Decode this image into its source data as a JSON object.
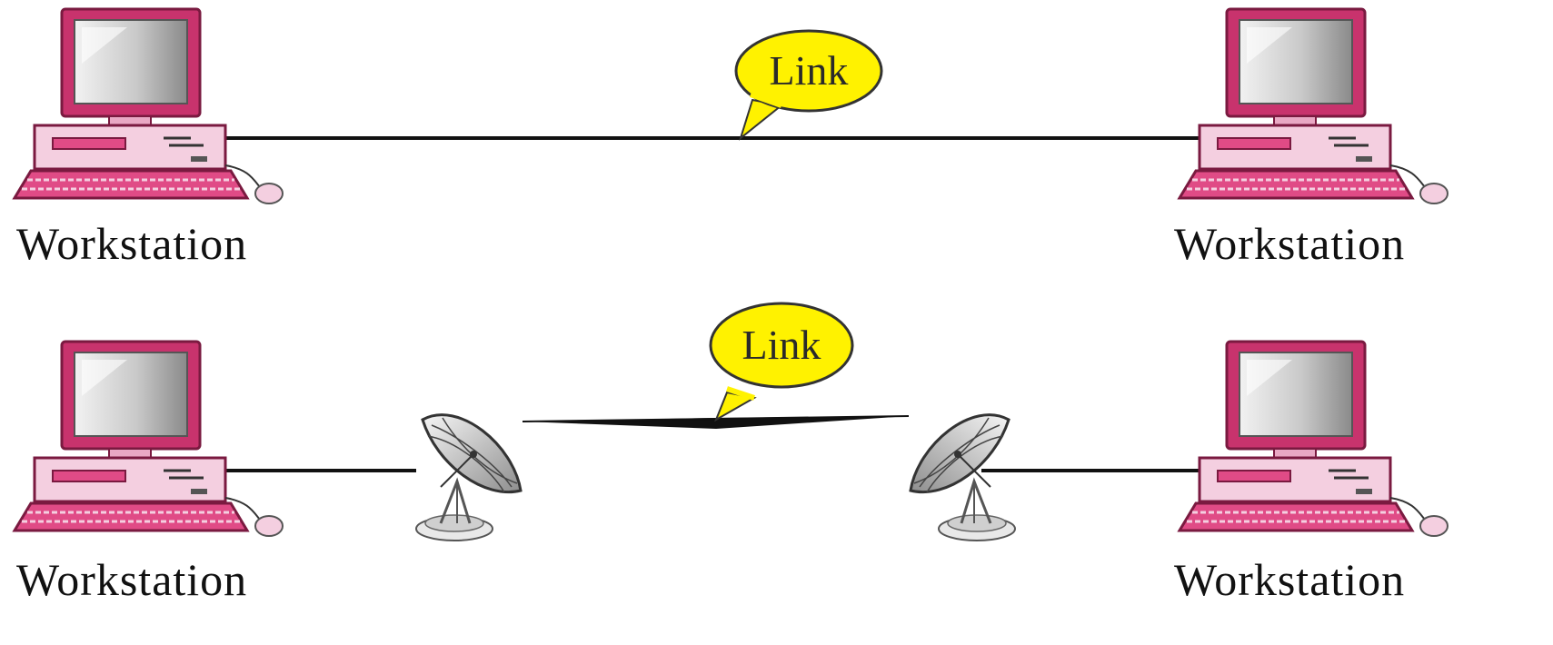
{
  "colors": {
    "computer_body": "#f4cfe0",
    "computer_frame": "#c8336d",
    "screen": "#d9d9d9",
    "keyboard": "#e04b86",
    "link_line": "#111111",
    "callout_fill": "#fff200",
    "callout_stroke": "#333333",
    "dish": "#bdbdbd"
  },
  "top_link": {
    "label": "Link",
    "left_station": {
      "label": "Workstation",
      "icon": "desktop-computer-icon"
    },
    "right_station": {
      "label": "Workstation",
      "icon": "desktop-computer-icon"
    }
  },
  "bottom_link": {
    "label": "Link",
    "left_station": {
      "label": "Workstation",
      "icon": "desktop-computer-icon"
    },
    "right_station": {
      "label": "Workstation",
      "icon": "desktop-computer-icon"
    },
    "left_antenna": {
      "icon": "satellite-dish-icon"
    },
    "right_antenna": {
      "icon": "satellite-dish-icon"
    }
  }
}
